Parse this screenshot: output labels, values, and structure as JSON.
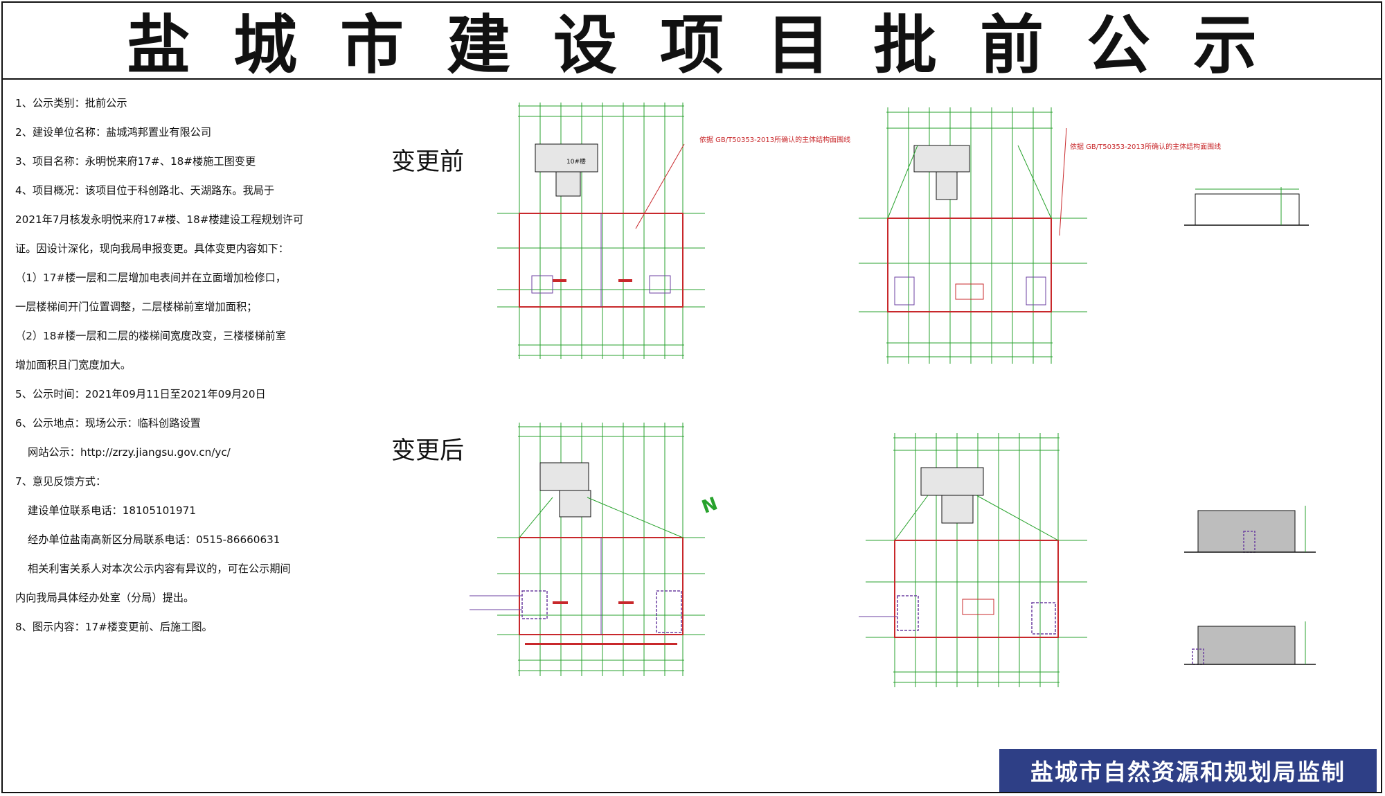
{
  "title": "盐城市建设项目批前公示",
  "info_lines": [
    "1、公示类别：批前公示",
    "2、建设单位名称：盐城鸿邦置业有限公司",
    "3、项目名称：永明悦来府17#、18#楼施工图变更",
    "4、项目概况：该项目位于科创路北、天湖路东。我局于",
    "2021年7月核发永明悦来府17#楼、18#楼建设工程规划许可",
    "证。因设计深化，现向我局申报变更。具体变更内容如下：",
    "（1）17#楼一层和二层增加电表间并在立面增加检修口，",
    "一层楼梯间开门位置调整，二层楼梯前室增加面积；",
    "（2）18#楼一层和二层的楼梯间宽度改变，三楼楼梯前室",
    "增加面积且门宽度加大。",
    "5、公示时间：2021年09月11日至2021年09月20日",
    "6、公示地点：现场公示：临科创路设置",
    "网站公示：http://zrzy.jiangsu.gov.cn/yc/",
    "7、意见反馈方式：",
    "建设单位联系电话：18105101971",
    "经办单位盐南高新区分局联系电话：0515-86660631",
    "相关利害关系人对本次公示内容有异议的，可在公示期间",
    "内向我局具体经办处室（分局）提出。",
    "8、图示内容：17#楼变更前、后施工图。"
  ],
  "labels": {
    "before": "变更前",
    "after": "变更后"
  },
  "drawing_notes": {
    "red_note": "依据 GB/T50353-2013所确认的主体结构面围线",
    "building_tag": "10#楼",
    "north_arrow": "N"
  },
  "footer": "盐城市自然资源和规划局监制",
  "colors": {
    "frame": "#111111",
    "grid_green": "#27a22c",
    "wall_red": "#c8282b",
    "plan_purple": "#6b3fa0",
    "footer_bg": "#2e3f86",
    "footer_text": "#ffffff"
  }
}
